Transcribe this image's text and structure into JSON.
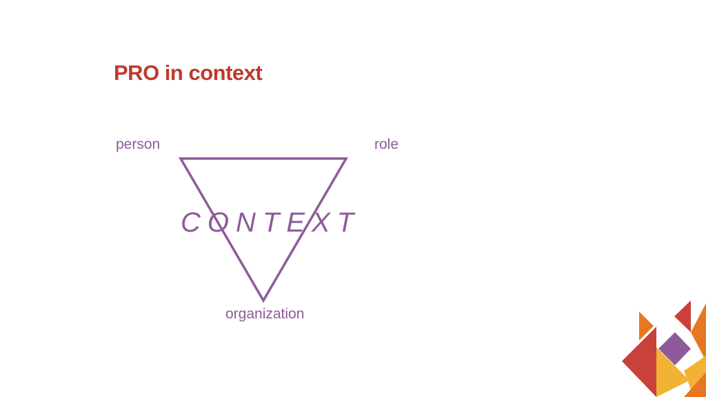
{
  "slide": {
    "title": "PRO in context"
  },
  "diagram": {
    "vertex_labels": {
      "top_left": "person",
      "top_right": "role",
      "bottom": "organization"
    },
    "center_word": "CONTEXT"
  },
  "colors": {
    "title": "#c0392b",
    "accent": "#8e5a99",
    "logo_orange": "#e87722",
    "logo_red": "#c8413a",
    "logo_yellow": "#f2b233",
    "logo_purple": "#8e5a99"
  }
}
